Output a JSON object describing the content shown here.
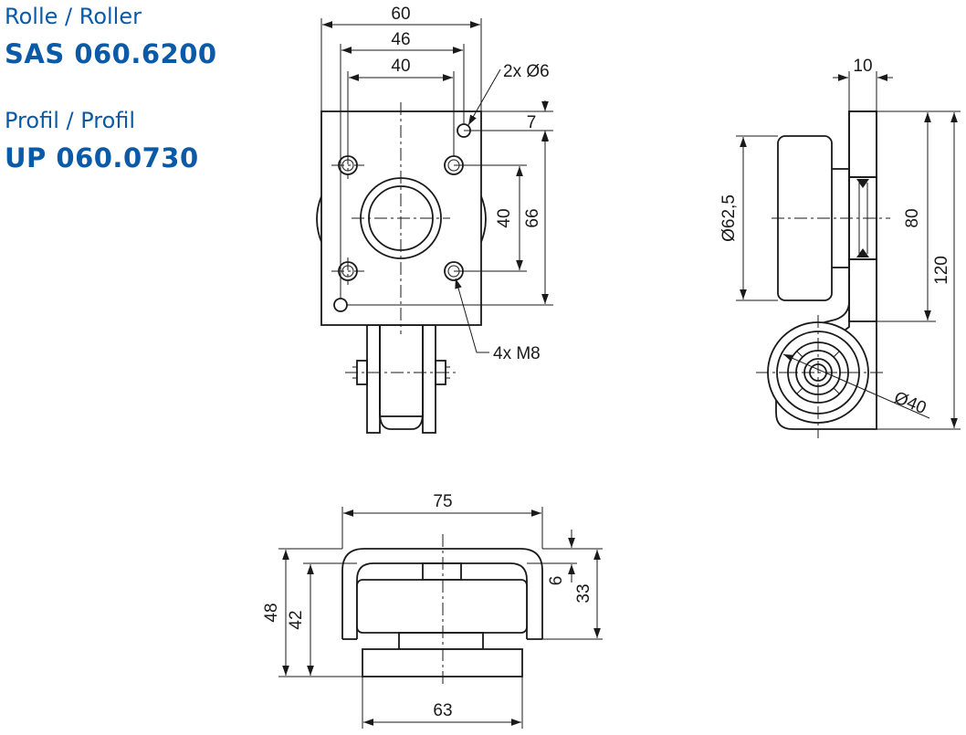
{
  "header": {
    "roller_label": "Rolle  / Roller",
    "roller_code": "SAS 060.6200",
    "profile_label": "Profil / Profil",
    "profile_code": "UP 060.0730"
  },
  "dimensions": {
    "front_width_outer": "60",
    "front_width_mid": "46",
    "front_width_inner": "40",
    "hole_small": "2x Ø6",
    "offset_top": "7",
    "hole_spacing_vertical": "40",
    "hole_span_vertical": "66",
    "thread_holes": "4x M8",
    "side_thickness": "10",
    "wheel_diameter": "Ø62,5",
    "side_height_inner": "80",
    "side_height_total": "120",
    "small_wheel_diameter": "Ø40",
    "bottom_width_top": "75",
    "bottom_width_base": "63",
    "bottom_height_total": "48",
    "bottom_height_inner": "42",
    "bottom_gap": "6",
    "bottom_height_right": "33"
  },
  "colors": {
    "header_blue": "#0b5aa8",
    "line": "#1a1a1a"
  }
}
